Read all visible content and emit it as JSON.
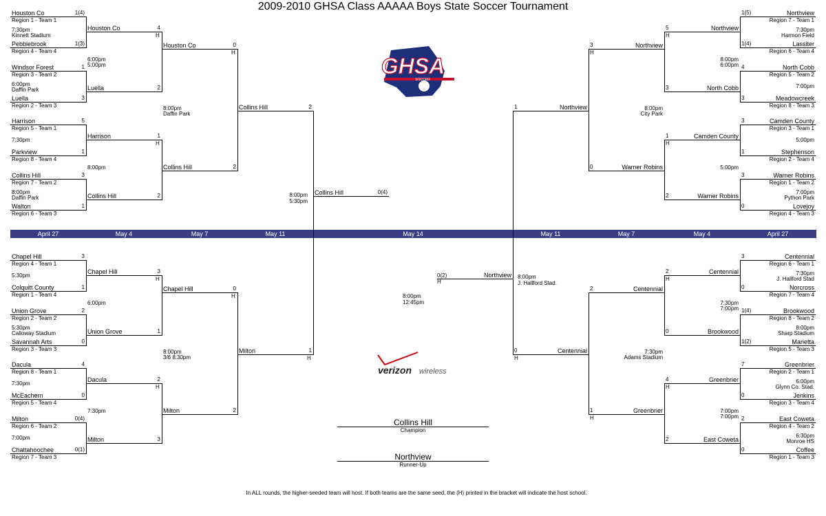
{
  "title": "2009-2010 GHSA Class AAAAA Boys State Soccer Tournament",
  "dates": [
    "April 27",
    "May 4",
    "May 7",
    "May 11",
    "May 14",
    "May 11",
    "May 7",
    "May 4",
    "April 27"
  ],
  "footer": "In ALL rounds, the higher-seeded team will host.  If both teams are the same seed, the (H) printed in the bracket will indicate the host school.",
  "logos": {
    "ghsa": "GHSA",
    "ghsa_sub": "SOCCER",
    "sponsor_brand": "verizon",
    "sponsor_suffix": "wireless"
  },
  "champion": {
    "name": "Collins Hill",
    "label": "Champion"
  },
  "runner_up": {
    "name": "Northview",
    "label": "Runner-Up"
  },
  "left_top": {
    "r1": [
      {
        "team": "Houston Co",
        "seed": "Region 1 - Team 1",
        "score": "1(4)"
      },
      {
        "team": "Pebblebrook",
        "seed": "Region 4 - Team 4",
        "score": "1(3)"
      },
      {
        "team": "Windsor Forest",
        "seed": "Region 3 - Team 2",
        "score": "1"
      },
      {
        "team": "Luella",
        "seed": "Region 2 - Team 3",
        "score": "3"
      },
      {
        "team": "Harrison",
        "seed": "Region 5 - Team 1",
        "score": "5"
      },
      {
        "team": "Parkview",
        "seed": "Region 8 - Team 4",
        "score": "1"
      },
      {
        "team": "Collins Hill",
        "seed": "Region 7 - Team 2",
        "score": "3"
      },
      {
        "team": "Walton",
        "seed": "Region 6 - Team 3",
        "score": "1"
      }
    ],
    "r1_info": [
      [
        "7:30pm",
        "Kinnett Stadium"
      ],
      [
        "6:00pm",
        "Daffin Park"
      ],
      [
        "7:30pm"
      ],
      [
        "8:00pm",
        "Daffin Park"
      ]
    ],
    "r2": [
      {
        "team": "Houston Co",
        "score": "4",
        "host": "H"
      },
      {
        "team": "Luella",
        "score": "2"
      },
      {
        "team": "Harrison",
        "score": "1",
        "host": "H"
      },
      {
        "team": "Collins Hill",
        "score": "2"
      }
    ],
    "r2_info": [
      [
        "6:00pm",
        "5:00pm"
      ],
      [
        "8:00pm"
      ]
    ],
    "qf": [
      {
        "team": "Houston Co",
        "score": "0",
        "host": "H"
      },
      {
        "team": "Collins Hill",
        "score": "2"
      }
    ],
    "qf_info": [
      "8:00pm",
      "Daffin Park"
    ],
    "sf": {
      "team": "Collins Hill",
      "score": "2"
    }
  },
  "left_bottom": {
    "r1": [
      {
        "team": "Chapel Hill",
        "seed": "Region 4 - Team 1",
        "score": "3"
      },
      {
        "team": "Colquitt County",
        "seed": "Region 1 - Team 4",
        "score": "1"
      },
      {
        "team": "Union Grove",
        "seed": "Region 2 - Team 2",
        "score": "2"
      },
      {
        "team": "Savannah Arts",
        "seed": "Region 3 - Team 3",
        "score": "0"
      },
      {
        "team": "Dacula",
        "seed": "Region 8 - Team 1",
        "score": "4"
      },
      {
        "team": "McEachern",
        "seed": "Region 5 - Team 4",
        "score": "0"
      },
      {
        "team": "Milton",
        "seed": "Region 6 - Team 2",
        "score": "0(4)"
      },
      {
        "team": "Chattahoochee",
        "seed": "Region 7 - Team 3",
        "score": "0(1)"
      }
    ],
    "r1_info": [
      [
        "5:30pm"
      ],
      [
        "5:30pm",
        "Calloway Stadium"
      ],
      [
        "7:30pm"
      ],
      [
        "7:00pm"
      ]
    ],
    "r2": [
      {
        "team": "Chapel Hill",
        "score": "3",
        "host": "H"
      },
      {
        "team": "Union Grove",
        "score": "1"
      },
      {
        "team": "Dacula",
        "score": "2",
        "host": "H"
      },
      {
        "team": "Milton",
        "score": "3"
      }
    ],
    "r2_info": [
      [
        "6:00pm"
      ],
      [
        "7:30pm"
      ]
    ],
    "qf": [
      {
        "team": "Chapel Hill",
        "score": "0",
        "host": "H"
      },
      {
        "team": "Milton",
        "score": "2"
      }
    ],
    "qf_info": [
      "8:00pm",
      "3/6 8:30pm"
    ],
    "sf": {
      "team": "Milton",
      "score": "1",
      "host": "H"
    }
  },
  "final_left": {
    "team": "Collins Hill",
    "score": "0(4)",
    "times": [
      "8:00pm",
      "5:30pm"
    ]
  },
  "right_top": {
    "r1": [
      {
        "team": "Northview",
        "seed": "Region 7 - Team 1",
        "score": "1(5)"
      },
      {
        "team": "Lassiter",
        "seed": "Region 6 - Team 4",
        "score": "1(4)"
      },
      {
        "team": "North Cobb",
        "seed": "Region 5 - Team 2",
        "score": "4"
      },
      {
        "team": "Meadowcreek",
        "seed": "Region 8 - Team 3",
        "score": "3"
      },
      {
        "team": "Camden County",
        "seed": "Region 3 - Team 1",
        "score": "3"
      },
      {
        "team": "Stephenson",
        "seed": "Region 2 - Team 4",
        "score": "1"
      },
      {
        "team": "Warner Robins",
        "seed": "Region 1 - Team 2",
        "score": "3"
      },
      {
        "team": "Lovejoy",
        "seed": "Region 4 - Team 3",
        "score": "0"
      }
    ],
    "r1_info": [
      [
        "7:30pm",
        "Harmon Field"
      ],
      [
        "7:00pm"
      ],
      [
        "5:00pm"
      ],
      [
        "7:00pm",
        "Python Park"
      ]
    ],
    "r2": [
      {
        "team": "Northview",
        "score": "5",
        "host": "H"
      },
      {
        "team": "North Cobb",
        "score": "3"
      },
      {
        "team": "Camden County",
        "score": "1",
        "host": "H"
      },
      {
        "team": "Warner Robins",
        "score": "2"
      }
    ],
    "r2_info": [
      [
        "8:00pm",
        "6:00pm"
      ],
      [
        "5:00pm"
      ]
    ],
    "qf": [
      {
        "team": "Northview",
        "score": "3",
        "host": "H"
      },
      {
        "team": "Warner Robins",
        "score": "0"
      }
    ],
    "qf_info": [
      "8:00pm",
      "City Park"
    ],
    "sf": {
      "team": "Northview",
      "score": "1"
    }
  },
  "right_bottom": {
    "r1": [
      {
        "team": "Centennial",
        "seed": "Region 6 - Team 1",
        "score": "3"
      },
      {
        "team": "Norcross",
        "seed": "Region 7 - Team 4",
        "score": "0"
      },
      {
        "team": "Brookwood",
        "seed": "Region 8 - Team 2",
        "score": "1(4)"
      },
      {
        "team": "Marietta",
        "seed": "Region 5 - Team 3",
        "score": "1(2)"
      },
      {
        "team": "Greenbrier",
        "seed": "Region 2 - Team 1",
        "score": "7"
      },
      {
        "team": "Jenkins",
        "seed": "Region 3 - Team 4",
        "score": "0"
      },
      {
        "team": "East Coweta",
        "seed": "Region 4 - Team 2",
        "score": "2"
      },
      {
        "team": "Coffee",
        "seed": "Region 1 - Team 3",
        "score": "0"
      }
    ],
    "r1_info": [
      [
        "7:30pm",
        "J. Hallford Stad"
      ],
      [
        "8:00pm",
        "Sharp Stadium"
      ],
      [
        "6:00pm",
        "Glynn Co. Stad."
      ],
      [
        "6:30pm",
        "Monroe HS"
      ]
    ],
    "r2": [
      {
        "team": "Centennial",
        "score": "2",
        "host": "H"
      },
      {
        "team": "Brookwood",
        "score": "0"
      },
      {
        "team": "Greenbrier",
        "score": "4",
        "host": "H"
      },
      {
        "team": "East Coweta",
        "score": "2"
      }
    ],
    "r2_info": [
      [
        "7:30pm",
        "7:00pm"
      ],
      [
        "7:00pm",
        "7:00pm"
      ]
    ],
    "qf": [
      {
        "team": "Centennial",
        "score": "2"
      },
      {
        "team": "Greenbrier",
        "score": "1",
        "host": "H"
      }
    ],
    "qf_info": [
      "7:30pm",
      "Adams Stadium"
    ],
    "sf": {
      "team": "Centennial",
      "score": "0",
      "host": "H"
    }
  },
  "final_right": {
    "team": "Northview",
    "score": "0(2)",
    "host": "H",
    "times": [
      "8:00pm",
      "12:45pm"
    ],
    "sf_info": [
      "8:00pm",
      "J. Hallford Stad."
    ]
  }
}
